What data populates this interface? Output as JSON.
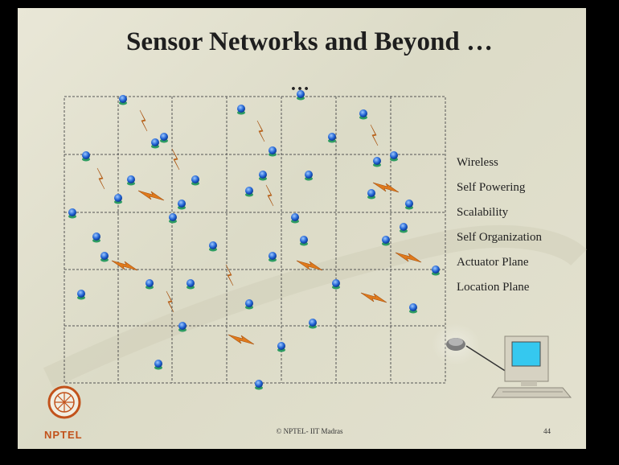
{
  "slide": {
    "title": "Sensor Networks and  Beyond …",
    "ellipsis": "…",
    "features": [
      "Wireless",
      "Self Powering",
      "Scalability",
      "Self Organization",
      "Actuator Plane",
      "Location Plane"
    ]
  },
  "footer": {
    "logo_text": "NPTEL",
    "copyright": "© NPTEL- IIT Madras",
    "slide_number": "44"
  },
  "colors": {
    "node": "#1d5fd1",
    "bolt": "#e07a1c",
    "logo": "#c2521b",
    "slide_background": "#e6e4d2"
  },
  "icons": [
    "sensor-node-icon",
    "lightning-bolt-icon",
    "computer-icon",
    "access-point-icon"
  ]
}
